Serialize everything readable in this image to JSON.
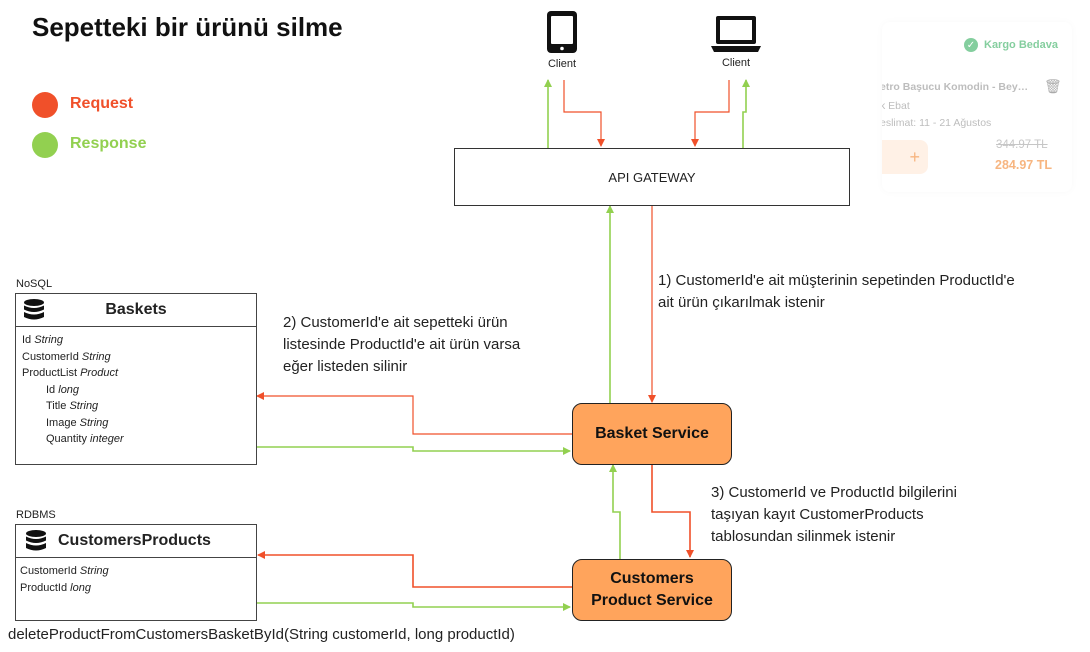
{
  "title": "Sepetteki bir ürünü silme",
  "legend": [
    {
      "label": "Request",
      "color": "#f0502a"
    },
    {
      "label": "Response",
      "color": "#92d050"
    }
  ],
  "clients": [
    {
      "label": "Client",
      "icon": "mobile-phone-icon"
    },
    {
      "label": "Client",
      "icon": "laptop-icon"
    }
  ],
  "gateway": {
    "label": "API GATEWAY"
  },
  "services": {
    "basket": "Basket Service",
    "customers_line1": "Customers",
    "customers_line2": "Product Service"
  },
  "baskets_db": {
    "type": "NoSQL",
    "name": "Baskets",
    "fields": [
      {
        "name": "Id",
        "type": "String"
      },
      {
        "name": "CustomerId",
        "type": "String"
      },
      {
        "name": "ProductList",
        "type": "Product"
      },
      {
        "name": "Id",
        "type": "long"
      },
      {
        "name": "Title",
        "type": "String"
      },
      {
        "name": "Image",
        "type": "String"
      },
      {
        "name": "Quantity",
        "type": "integer"
      }
    ]
  },
  "customers_db": {
    "type": "RDBMS",
    "name": "CustomersProducts",
    "fields": [
      {
        "name": "CustomerId",
        "type": "String"
      },
      {
        "name": "ProductId",
        "type": "long"
      }
    ]
  },
  "notes": {
    "step1": [
      "1) CustomerId'e ait müşterinin sepetinden ProductId'e",
      "ait ürün çıkarılmak istenir"
    ],
    "step2": [
      "2) CustomerId'e ait sepetteki ürün",
      "listesinde ProductId'e ait ürün varsa",
      "eğer listeden silinir"
    ],
    "step3": [
      "3) CustomerId ve ProductId bilgilerini",
      "taşıyan kayıt CustomerProducts",
      "tablosundan silinmek istenir"
    ]
  },
  "card": {
    "badge": "Kargo Bedava",
    "product": "etro Başucu Komodin - Bey…",
    "size": "k Ebat",
    "delivery": "eslimat: 11 - 21 Ağustos",
    "old_price": "344.97 TL",
    "new_price": "284.97 TL"
  },
  "function_signature": "deleteProductFromCustomersBasketById(String customerId, long productId)"
}
